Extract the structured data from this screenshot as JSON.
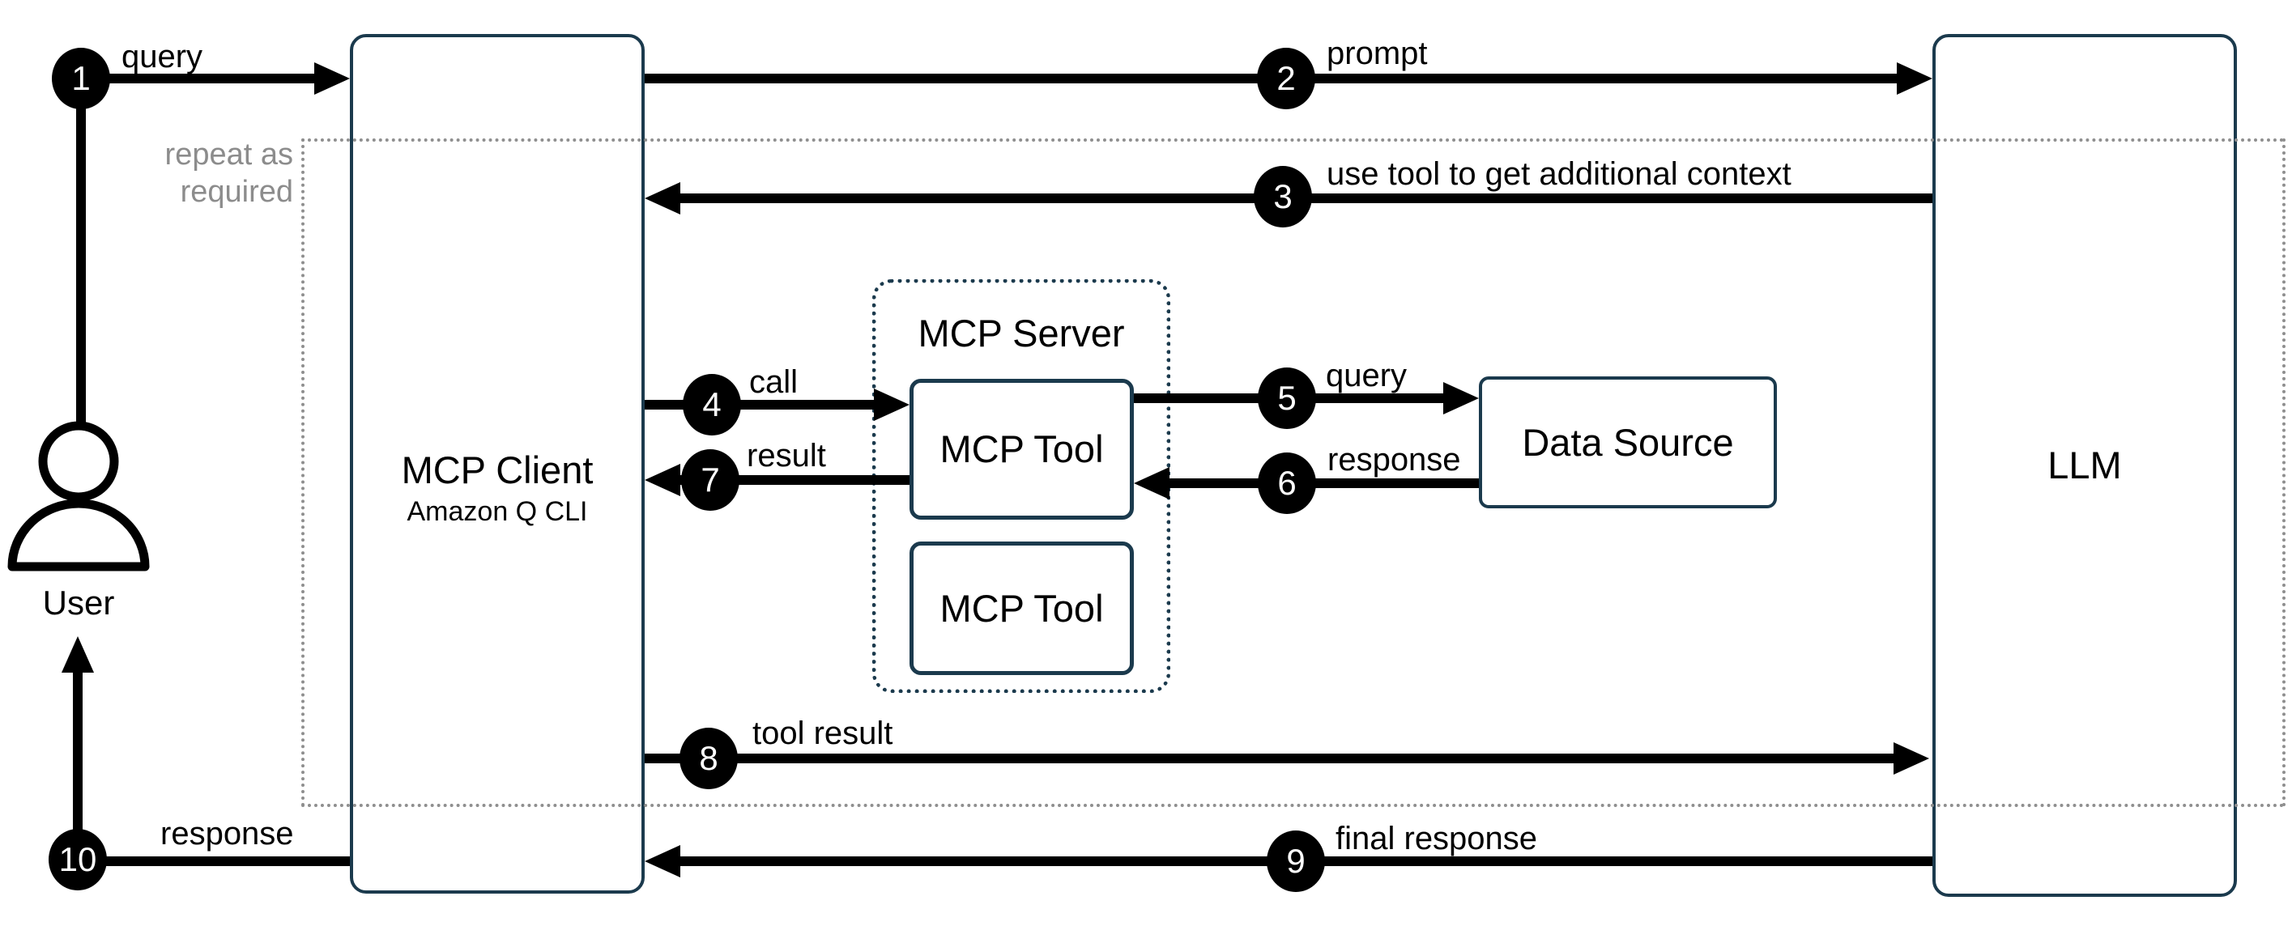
{
  "diagram": {
    "nodes": {
      "user": {
        "label": "User"
      },
      "mcp_client": {
        "title": "MCP Client",
        "subtitle": "Amazon Q CLI"
      },
      "mcp_server": {
        "title": "MCP Server"
      },
      "mcp_tool_top": {
        "label": "MCP Tool"
      },
      "mcp_tool_bottom": {
        "label": "MCP Tool"
      },
      "data_source": {
        "label": "Data Source"
      },
      "llm": {
        "label": "LLM"
      }
    },
    "loop_region": {
      "line1": "repeat as",
      "line2": "required"
    },
    "steps": [
      {
        "num": "1",
        "label": "query"
      },
      {
        "num": "2",
        "label": "prompt"
      },
      {
        "num": "3",
        "label": "use tool to get additional context"
      },
      {
        "num": "4",
        "label": "call"
      },
      {
        "num": "5",
        "label": "query"
      },
      {
        "num": "6",
        "label": "response"
      },
      {
        "num": "7",
        "label": "result"
      },
      {
        "num": "8",
        "label": "tool result"
      },
      {
        "num": "9",
        "label": "final response"
      },
      {
        "num": "10",
        "label": "response"
      }
    ]
  },
  "colors": {
    "box_border": "#1b3a4d",
    "arrow": "#000000",
    "badge_bg": "#000000",
    "badge_text": "#ffffff",
    "dotted_region": "#8f8f8f",
    "loop_text": "#8c8c8c",
    "canvas_bg": "#ffffff",
    "text": "#000000"
  }
}
